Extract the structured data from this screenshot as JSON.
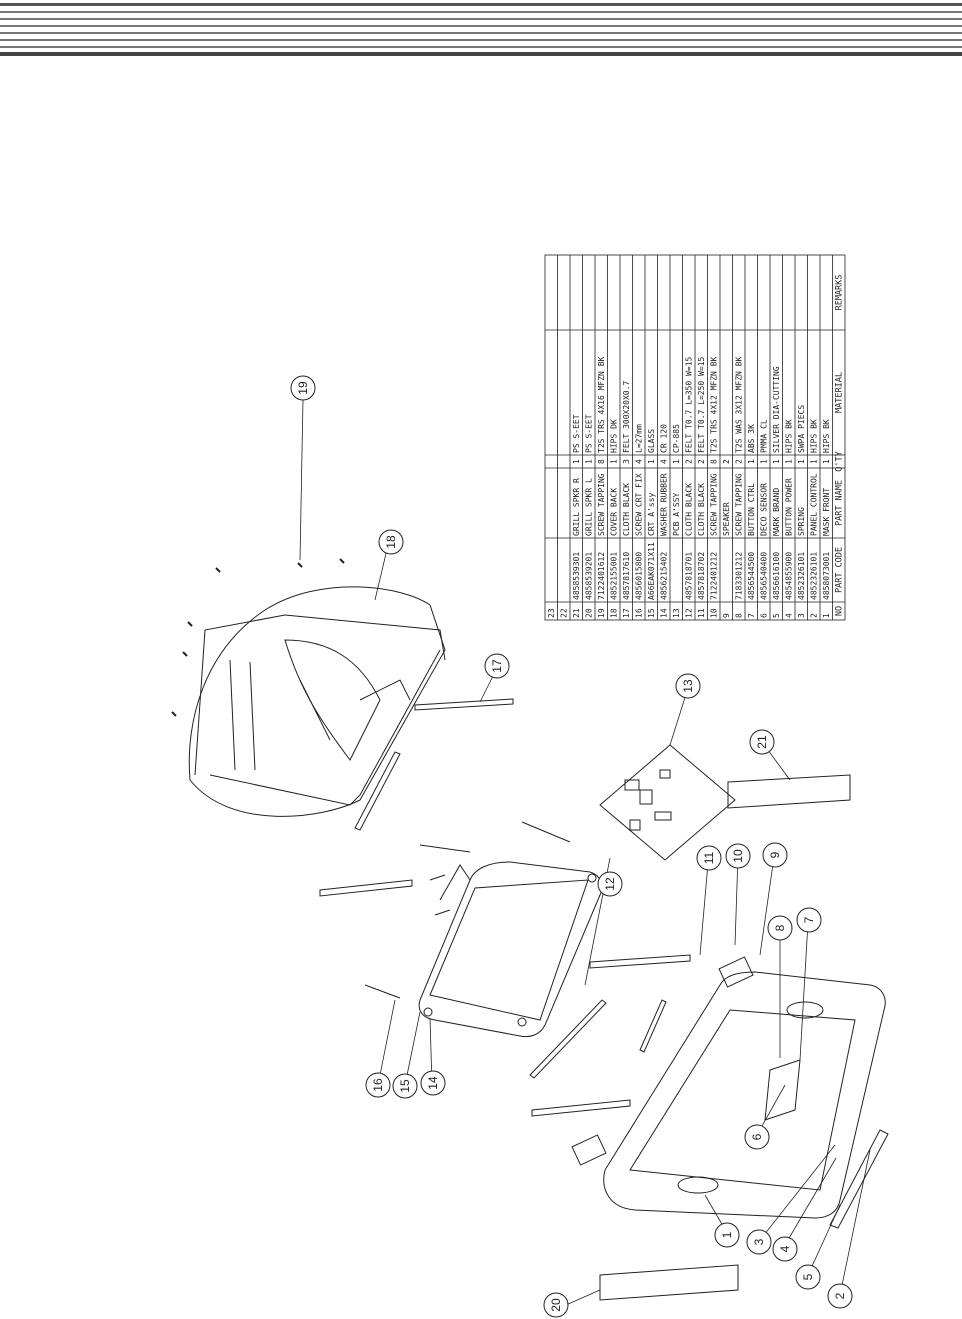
{
  "callouts": [
    {
      "id": "c19",
      "label": "19"
    },
    {
      "id": "c18",
      "label": "18"
    },
    {
      "id": "c17",
      "label": "17"
    },
    {
      "id": "c13",
      "label": "13"
    },
    {
      "id": "c21",
      "label": "21"
    },
    {
      "id": "c12",
      "label": "12"
    },
    {
      "id": "c11",
      "label": "11"
    },
    {
      "id": "c10",
      "label": "10"
    },
    {
      "id": "c9",
      "label": "9"
    },
    {
      "id": "c8",
      "label": "8"
    },
    {
      "id": "c7",
      "label": "7"
    },
    {
      "id": "c16",
      "label": "16"
    },
    {
      "id": "c15",
      "label": "15"
    },
    {
      "id": "c14",
      "label": "14"
    },
    {
      "id": "c6",
      "label": "6"
    },
    {
      "id": "c1",
      "label": "1"
    },
    {
      "id": "c3",
      "label": "3"
    },
    {
      "id": "c4",
      "label": "4"
    },
    {
      "id": "c5",
      "label": "5"
    },
    {
      "id": "c2",
      "label": "2"
    },
    {
      "id": "c20",
      "label": "20"
    }
  ],
  "bom": {
    "headers": {
      "no": "NO",
      "code": "PART CODE",
      "name": "PART NAME",
      "qty": "Q'TY",
      "material": "MATERIAL",
      "remarks": "REMARKS"
    },
    "rows": [
      {
        "no": "23",
        "code": "",
        "name": "",
        "qty": "",
        "material": "",
        "remarks": ""
      },
      {
        "no": "22",
        "code": "",
        "name": "",
        "qty": "",
        "material": "",
        "remarks": ""
      },
      {
        "no": "21",
        "code": "4858539301",
        "name": "GRILL SPKR R",
        "qty": "1",
        "material": "PS S-EET",
        "remarks": ""
      },
      {
        "no": "20",
        "code": "4858539201",
        "name": "GRILL SPKR L",
        "qty": "1",
        "material": "PS S-EET",
        "remarks": ""
      },
      {
        "no": "19",
        "code": "7122401612",
        "name": "SCREW TAPPING",
        "qty": "8",
        "material": "T2S TRS 4X16 MFZN BK",
        "remarks": ""
      },
      {
        "no": "18",
        "code": "4852155001",
        "name": "COVER BACK",
        "qty": "1",
        "material": "HIPS DK",
        "remarks": ""
      },
      {
        "no": "17",
        "code": "4857817610",
        "name": "CLOTH BLACK",
        "qty": "3",
        "material": "FELT 300X20X0.7",
        "remarks": ""
      },
      {
        "no": "16",
        "code": "4856015800",
        "name": "SCREW CRT FIX",
        "qty": "4",
        "material": "L=27mm",
        "remarks": ""
      },
      {
        "no": "15",
        "code": "A66EAK071X11",
        "name": "CRT A'ssy",
        "qty": "1",
        "material": "GLASS",
        "remarks": ""
      },
      {
        "no": "14",
        "code": "4856215402",
        "name": "WASHER RUBBER",
        "qty": "4",
        "material": "CR 120",
        "remarks": ""
      },
      {
        "no": "13",
        "code": "",
        "name": "PCB A'SSY",
        "qty": "1",
        "material": "CP-885",
        "remarks": ""
      },
      {
        "no": "12",
        "code": "4857818701",
        "name": "CLOTH BLACK",
        "qty": "2",
        "material": "FELT T0.7 L=350 W=15",
        "remarks": ""
      },
      {
        "no": "11",
        "code": "4857818702",
        "name": "CLOTH BLACK",
        "qty": "2",
        "material": "FELT T0.7 L=250 W=15",
        "remarks": ""
      },
      {
        "no": "10",
        "code": "7122401212",
        "name": "SCREW TAPPING",
        "qty": "8",
        "material": "T2S TRS 4X12 MFZN BK",
        "remarks": ""
      },
      {
        "no": "9",
        "code": "",
        "name": "SPEAKER",
        "qty": "2",
        "material": "",
        "remarks": ""
      },
      {
        "no": "8",
        "code": "7183301212",
        "name": "SCREW TAPPING",
        "qty": "2",
        "material": "T2S WAS 3X12 MFZN BK",
        "remarks": ""
      },
      {
        "no": "7",
        "code": "4856544500",
        "name": "BUTTON CTRL",
        "qty": "1",
        "material": "ABS 3K",
        "remarks": ""
      },
      {
        "no": "6",
        "code": "4856540400",
        "name": "DECO SENSOR",
        "qty": "1",
        "material": "PMMA CL",
        "remarks": ""
      },
      {
        "no": "5",
        "code": "4856616100",
        "name": "MARK BRAND",
        "qty": "1",
        "material": "SILVER DIA-CUTTING",
        "remarks": ""
      },
      {
        "no": "4",
        "code": "4854855900",
        "name": "BUTTON POWER",
        "qty": "1",
        "material": "HIPS BK",
        "remarks": ""
      },
      {
        "no": "3",
        "code": "4852326101",
        "name": "SPRING",
        "qty": "1",
        "material": "SWPA PIECS",
        "remarks": ""
      },
      {
        "no": "2",
        "code": "4852326101",
        "name": "PANEL CONTROL",
        "qty": "1",
        "material": "HIPS BK",
        "remarks": ""
      },
      {
        "no": "1",
        "code": "4858073001",
        "name": "MASK FRONT",
        "qty": "1",
        "material": "HIPS BK",
        "remarks": ""
      }
    ]
  }
}
